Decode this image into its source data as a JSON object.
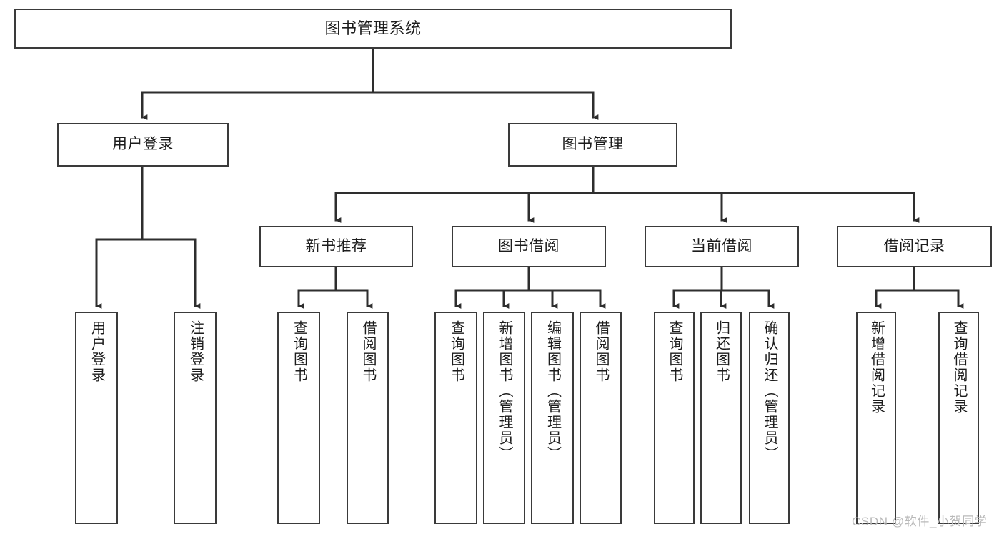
{
  "diagram": {
    "title": "图书管理系统",
    "type": "tree-hierarchy-chart",
    "orientation": "top-down",
    "colors": {
      "background": "#ffffff",
      "box_border": "#3a3a3a",
      "box_fill": "#ffffff",
      "text": "#1c1c1c",
      "connector": "#2e2e2e",
      "watermark": "#b9b9b9"
    }
  },
  "nodes": {
    "root": {
      "label": "图书管理系统",
      "level": 1,
      "orientation": "horizontal"
    },
    "level2": [
      {
        "id": "user-login",
        "label": "用户登录",
        "orientation": "horizontal"
      },
      {
        "id": "book-management",
        "label": "图书管理",
        "orientation": "horizontal"
      }
    ],
    "level3": [
      {
        "id": "new-book-recommend",
        "label": "新书推荐",
        "orientation": "horizontal",
        "parent": "book-management"
      },
      {
        "id": "book-borrow",
        "label": "图书借阅",
        "orientation": "horizontal",
        "parent": "book-management"
      },
      {
        "id": "current-borrow",
        "label": "当前借阅",
        "orientation": "horizontal",
        "parent": "book-management"
      },
      {
        "id": "borrow-record",
        "label": "借阅记录",
        "orientation": "horizontal",
        "parent": "book-management"
      }
    ],
    "leaves": [
      {
        "id": "leaf-user-login",
        "label": "用户登录",
        "orientation": "vertical",
        "parent": "user-login"
      },
      {
        "id": "leaf-user-logout",
        "label": "注销登录",
        "orientation": "vertical",
        "parent": "user-login"
      },
      {
        "id": "leaf-query-book-recommend",
        "label": "查询图书",
        "orientation": "vertical",
        "parent": "new-book-recommend"
      },
      {
        "id": "leaf-borrow-book-recommend",
        "label": "借阅图书",
        "orientation": "vertical",
        "parent": "new-book-recommend"
      },
      {
        "id": "leaf-query-book-borrow",
        "label": "查询图书",
        "orientation": "vertical",
        "parent": "book-borrow"
      },
      {
        "id": "leaf-add-book",
        "label": "新增图书（管理员）",
        "orientation": "vertical",
        "parent": "book-borrow"
      },
      {
        "id": "leaf-edit-book",
        "label": "编辑图书（管理员）",
        "orientation": "vertical",
        "parent": "book-borrow"
      },
      {
        "id": "leaf-borrow-book",
        "label": "借阅图书",
        "orientation": "vertical",
        "parent": "book-borrow"
      },
      {
        "id": "leaf-query-book-current",
        "label": "查询图书",
        "orientation": "vertical",
        "parent": "current-borrow"
      },
      {
        "id": "leaf-return-book",
        "label": "归还图书",
        "orientation": "vertical",
        "parent": "current-borrow"
      },
      {
        "id": "leaf-confirm-return",
        "label": "确认归还（管理员）",
        "orientation": "vertical",
        "parent": "current-borrow"
      },
      {
        "id": "leaf-add-borrow-record",
        "label": "新增借阅记录",
        "orientation": "vertical",
        "parent": "borrow-record"
      },
      {
        "id": "leaf-query-borrow-record",
        "label": "查询借阅记录",
        "orientation": "vertical",
        "parent": "borrow-record"
      }
    ]
  },
  "watermark": {
    "text": "CSDN @软件_小贺同学"
  }
}
